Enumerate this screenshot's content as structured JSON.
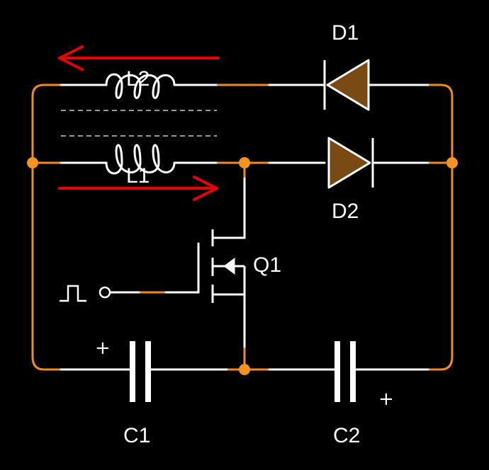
{
  "labels": {
    "d1": "D1",
    "d2": "D2",
    "l1": "L1",
    "l2": "L2",
    "q1": "Q1",
    "c1": "C1",
    "c2": "C2",
    "c1_polarity": "+",
    "c2_polarity": "+"
  },
  "colors": {
    "background": "#000000",
    "wire": "#ffffff",
    "wire_highlight": "#f08a24",
    "node": "#f7931e",
    "diode_fill": "#7a4a14",
    "arrow": "#e60000",
    "text": "#ffffff"
  },
  "icons": {
    "input_signal": "square-pulse-icon",
    "current_arrow_l1": "arrow-right-icon",
    "current_arrow_l2": "arrow-left-icon"
  }
}
